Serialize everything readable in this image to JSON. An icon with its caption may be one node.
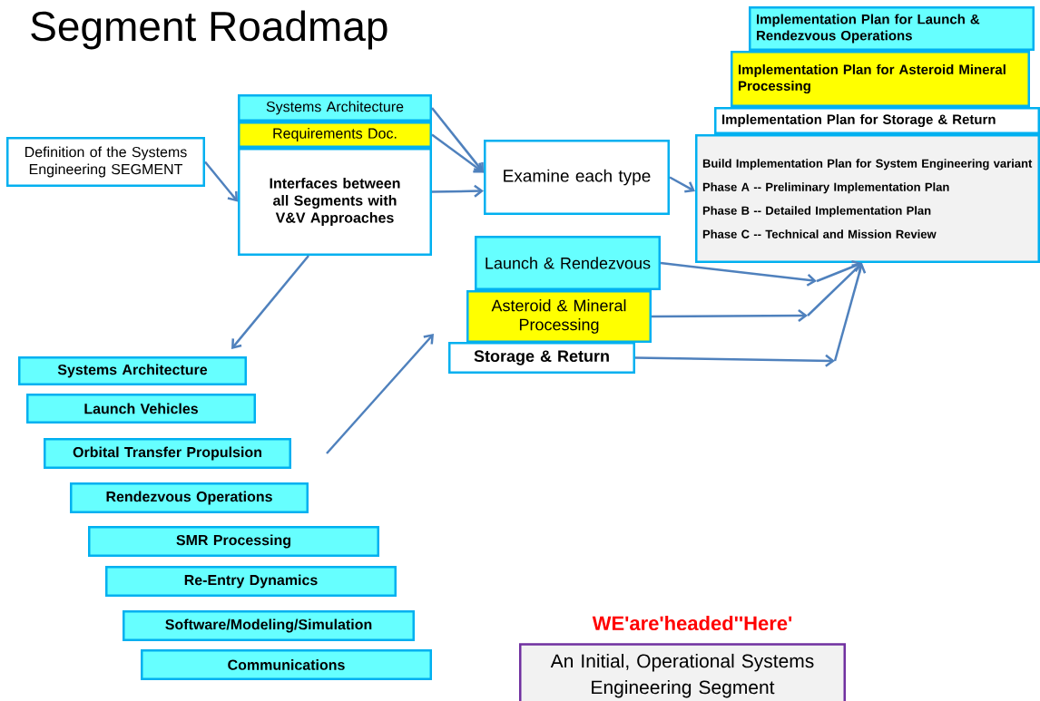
{
  "diagram": {
    "title": "Segment Roadmap",
    "nodes": [
      {
        "text": [
          "Definition of the Systems Engineering SEGMENT"
        ]
      },
      {
        "text": [
          "Systems Architecture"
        ]
      },
      {
        "text": [
          "Requirements Doc."
        ]
      },
      {
        "text": [
          "Interfaces between all Segments with V&V Approaches"
        ]
      },
      {
        "text": [
          "Examine each type"
        ]
      },
      {
        "text": [
          "Implementation Plan for Launch & Rendezvous Operations"
        ]
      },
      {
        "text": [
          "Implementation Plan for Asteroid Mineral Processing"
        ]
      },
      {
        "text": [
          "Implementation Plan for Storage & Return"
        ]
      },
      {
        "text": [
          "Build Implementation Plan for System Engineering variant",
          "Phase A -- Preliminary Implementation Plan",
          "Phase B -- Detailed Implementation Plan",
          "Phase C -- Technical and Mission Review"
        ]
      },
      {
        "text": [
          "Launch & Rendezvous"
        ]
      },
      {
        "text": [
          "Asteroid & Mineral Processing"
        ]
      },
      {
        "text": [
          "Storage & Return"
        ]
      },
      {
        "text": [
          "Systems Architecture"
        ]
      },
      {
        "text": [
          "Launch Vehicles"
        ]
      },
      {
        "text": [
          "Orbital Transfer Propulsion"
        ]
      },
      {
        "text": [
          "Rendezvous Operations"
        ]
      },
      {
        "text": [
          "SMR Processing"
        ]
      },
      {
        "text": [
          "Re-Entry Dynamics"
        ]
      },
      {
        "text": [
          "Software/Modeling/Simulation"
        ]
      },
      {
        "text": [
          "Communications"
        ]
      },
      {
        "text": [
          "WE'are'headed''Here'",
          "An Initial, Operational Systems Engineering Segment"
        ]
      }
    ],
    "edges": [
      {
        "from": 0,
        "to": 3,
        "arrow": "to"
      },
      {
        "from": 1,
        "to": 4,
        "arrow": "to"
      },
      {
        "from": 2,
        "to": 4,
        "arrow": "to"
      },
      {
        "from": 3,
        "to": 4,
        "arrow": "to"
      },
      {
        "from": 4,
        "to": 8,
        "arrow": "to"
      },
      {
        "from": 3,
        "to": 12,
        "arrow": "to"
      },
      {
        "from": null,
        "to": 10,
        "arrow": "to"
      },
      {
        "from": 9,
        "to": 8,
        "arrow": "to"
      },
      {
        "from": 10,
        "to": 8,
        "arrow": "to"
      },
      {
        "from": 11,
        "to": 8,
        "arrow": "to"
      }
    ]
  }
}
